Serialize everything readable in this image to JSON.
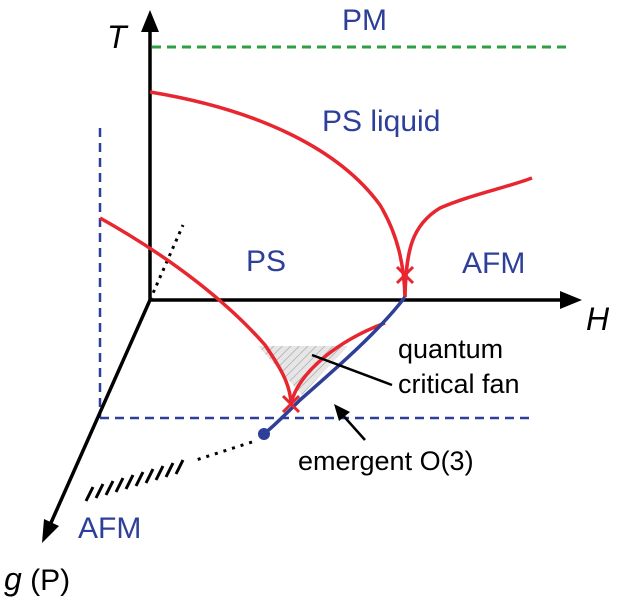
{
  "diagram": {
    "axes": {
      "t_label": "T",
      "h_label": "H",
      "g_label": "g",
      "g_suffix": " (P)"
    },
    "phases": {
      "pm": "PM",
      "ps_liquid": "PS liquid",
      "ps": "PS",
      "afm_right": "AFM",
      "afm_bottom": "AFM"
    },
    "annotations": {
      "qcf_line1": "quantum",
      "qcf_line2": "critical fan",
      "emergent": "emergent O(3)"
    },
    "colors": {
      "phase_boundary": "#e8262f",
      "transition_line": "#2d3f99",
      "pm_boundary": "#2ea043",
      "axis": "#000000",
      "label": "#2d3f99",
      "fan_fill": "#d0d0d0"
    }
  }
}
